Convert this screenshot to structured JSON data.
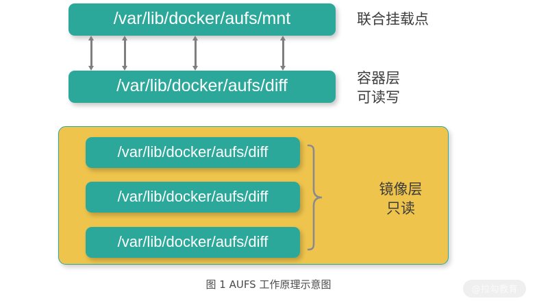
{
  "diagram": {
    "caption": "图 1 AUFS 工作原理示意图",
    "watermark": "@拉勾教育",
    "colors": {
      "teal": "#2CA89B",
      "yellow": "#EFC44D",
      "arrow_gray": "#7F7F7F",
      "brace_gray": "#8A8A8A",
      "text_dark": "#3C3C3C",
      "background": "#FFFFFF"
    },
    "mount_layer": {
      "path": "/var/lib/docker/aufs/mnt",
      "label": "联合挂载点"
    },
    "container_layer": {
      "path": "/var/lib/docker/aufs/diff",
      "label": "容器层\n可读写"
    },
    "image_layer": {
      "label": "镜像层\n只读",
      "layers": [
        {
          "path": "/var/lib/docker/aufs/diff"
        },
        {
          "path": "/var/lib/docker/aufs/diff"
        },
        {
          "path": "/var/lib/docker/aufs/diff"
        }
      ]
    },
    "arrows": {
      "count": 4,
      "style": "double-headed-vertical",
      "meaning": "联合挂载点与容器层之间的双向读写关系"
    }
  }
}
